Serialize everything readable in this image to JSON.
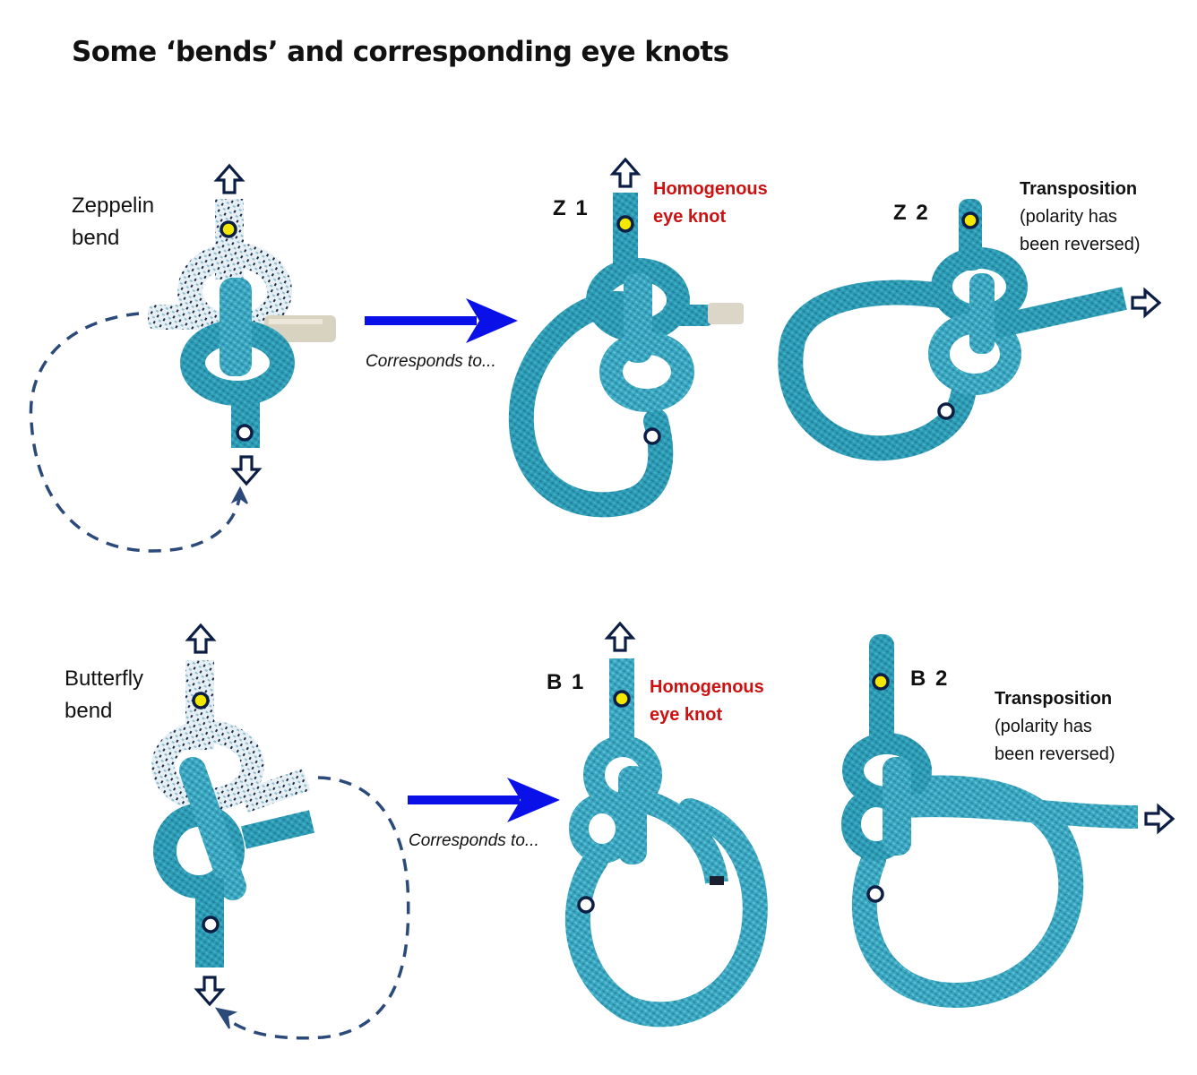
{
  "title": "Some ‘bends’ and corresponding eye knots",
  "colors": {
    "rope_teal": "#2e9bb5",
    "rope_teal_dark": "#1f7d95",
    "rope_white": "#e4eef2",
    "rope_fleck": "#2a3550",
    "marker_yellow": "#f5e800",
    "marker_outline": "#0d1e45",
    "arrow_blue": "#0a10e8",
    "dashed_path": "#2b4a7a",
    "red_text": "#cc1111"
  },
  "rows": [
    {
      "bend_name_line1": "Zeppelin",
      "bend_name_line2": "bend",
      "corresponds_label": "Corresponds to...",
      "homogenous": {
        "code": "Z 1",
        "label_line1": "Homogenous",
        "label_line2": "eye knot"
      },
      "transposition": {
        "code": "Z 2",
        "label_line1": "Transposition",
        "label_line2": "(polarity has",
        "label_line3": "been reversed)"
      }
    },
    {
      "bend_name_line1": "Butterfly",
      "bend_name_line2": "bend",
      "corresponds_label": "Corresponds to...",
      "homogenous": {
        "code": "B 1",
        "label_line1": "Homogenous",
        "label_line2": "eye knot"
      },
      "transposition": {
        "code": "B 2",
        "label_line1": "Transposition",
        "label_line2": "(polarity has",
        "label_line3": "been reversed)"
      }
    }
  ],
  "icons": {
    "load_arrow": "hollow-arrow",
    "standing_marker": "yellow-dot",
    "working_marker": "white-dot",
    "corresponds_arrow": "blue-arrow"
  }
}
